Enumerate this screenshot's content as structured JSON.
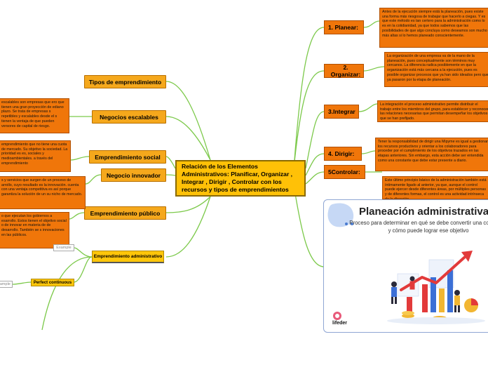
{
  "central": {
    "text": "Relación  de los Elementos Administrativos:  Planificar, Organizar , Integrar , Dirigir , Controlar con  los recursos  y  tipos  de  emprendimientos"
  },
  "left_topics": [
    {
      "label": "Tipos de emprendimiento"
    },
    {
      "label": "Negocios escalables"
    },
    {
      "label": "Emprendimiento social"
    },
    {
      "label": "Negocio innovador"
    },
    {
      "label": "Emprendimiento público"
    }
  ],
  "left_descriptions": [
    {
      "text": "escalables son empresas que ero que tienen una gran proyección de ediano plazo. Se trata de empresas s repetibles y escalables desde el s tienen la ventaja de que pueden versores de capital de riesgo."
    },
    {
      "text": "emprendimiento que no tiene una cuota de mercado. Su objetivo la sociedad. La prioridad es es, sociales y medioambientales. a través del emprendimiento"
    },
    {
      "text": "s y servicios que surgen de un proceso de arrollo, cuyo resultado es la innovación. cuenta con una ventaja competitiva es así porque garantiza la solución de un su nicho de mercado."
    },
    {
      "text": "o que ejecutan los gobiernos a esarrollo. Estos tienen el objetivo social o de innovar en materia de de desarrollo. También se s innovaciones en las públicos."
    }
  ],
  "admin_branch": {
    "label": "Emprendimiento administrativo",
    "child_label": "Perfect continuous",
    "example_1": "Example",
    "example_2": "xample"
  },
  "right_topics": [
    {
      "label": "1. Planear:"
    },
    {
      "label": "2. Organizar:"
    },
    {
      "label": "3.Integrar"
    },
    {
      "label": "4. Dirigir:"
    },
    {
      "label": "5Controlar:"
    }
  ],
  "right_descriptions": [
    {
      "text": "Antes de la ejecución siempre está la planeación, pues existe una forma más riesgosa de trabajar que hacerlo a ciegas. Y es que este método es tan certero para la administración como lo es en la cotidianidad, ya que todos sabemos que las posibilidades de que algo concluya como deseamos son mucho más altas si lo hemos planeado conscientemente."
    },
    {
      "text": "La organización de una empresa va de la mano de la planeación, pues conceptualmente son términos muy cercanos. La diferencia radica posiblemente en que la organización está más cercana a la ejecución, pues es posible organizar procesos que ya han sido ideados pero que ya pasaron por la etapa de planeación."
    },
    {
      "text": "La integración el proceso administrativo permite distribuir el trabajo entre los miembros del grupo, para establecer y reconocer las relaciones necesarias que permitan desempeñar los objetivos que se han prefijado."
    },
    {
      "text": "Tener la responsabilidad de dirigir una Mipyme es igual a gestionar los recursos productivos y orientar a los colaboradores para proceder por el cumplimiento de los objetivos trazados en las etapas anteriores. Sin embargo, esta acción debe ser entendida como una constante que debe estar presente a diario."
    },
    {
      "text": "Este último principio básico de la administración también está íntimamente ligado al anterior, ya que, aunque el control puede ejercer desde diferentes áreas, por múltiples personas y de diferentes formas, el control es una actividad intrínseca de la dirección."
    }
  ],
  "image_card": {
    "title": "Planeación administrativa",
    "subtitle": "Proceso para determinar en qué se debe convertir una compañía y cómo puede lograr ese objetivo",
    "brand": "lifeder"
  },
  "colors": {
    "connector": "#7cc94a",
    "central_fill": "#ffc107",
    "left_topic_fill": "#f5a81c",
    "right_topic_fill": "#f0760a",
    "description_fill": "#f0760a"
  }
}
